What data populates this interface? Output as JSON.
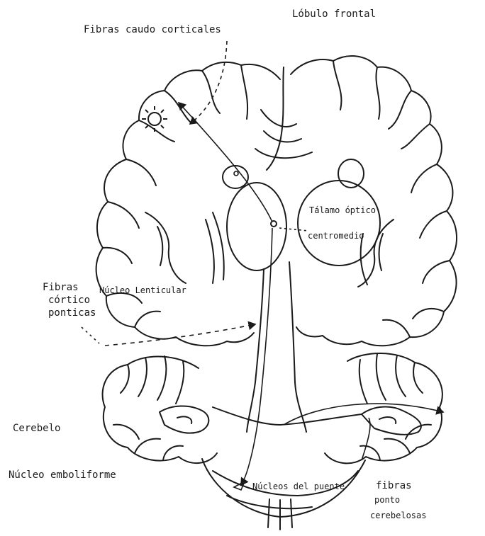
{
  "labels": {
    "lobulo_frontal": "Lóbulo frontal",
    "fibras_caudo_corticales": "Fibras caudo corticales",
    "talamo_optico": "Tálamo óptico",
    "centromedio": "centromedio",
    "fibras_cortico_ponticas": [
      "Fibras",
      "córtico",
      "ponticas"
    ],
    "nucleo_lenticular": "Núcleo Lenticular",
    "cerebelo": "Cerebelo",
    "nucleo_emboliforme": "Núcleo emboliforme",
    "nucleos_del_puente": "Núcleos del puente",
    "fibras_ponto_cerebelosas": [
      "fibras",
      "ponto",
      "cerebelosas"
    ]
  },
  "colors": {
    "ink": "#1a1a1a",
    "paper": "#ffffff"
  }
}
